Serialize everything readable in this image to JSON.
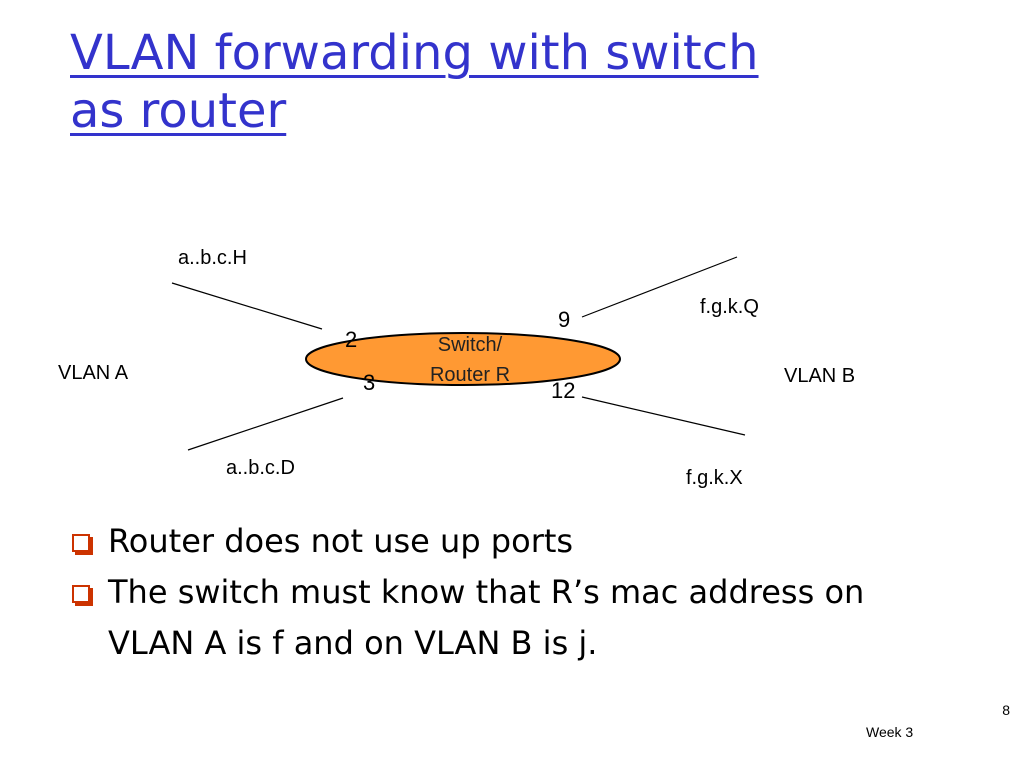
{
  "slide": {
    "title_line1": "VLAN forwarding with switch",
    "title_line2": "as router",
    "page_number": "8",
    "footer": "Week 3"
  },
  "diagram": {
    "router_line1": "Switch/",
    "router_line2": "Router R",
    "router_color": "#ff9933",
    "hosts": {
      "top_left": "a..b.c.H",
      "bottom_left": "a..b.c.D",
      "top_right": "f.g.k.Q",
      "bottom_right": "f.g.k.X"
    },
    "vlans": {
      "left": "VLAN A",
      "right": "VLAN B"
    },
    "ports": {
      "p2": "2",
      "p3": "3",
      "p9": "9",
      "p12": "12"
    }
  },
  "bullets": [
    {
      "text": "Router does not use up ports"
    },
    {
      "text": "The switch must know that R’s mac address on VLAN A is f and on VLAN B is j."
    }
  ],
  "colors": {
    "title": "#3333cc",
    "bullet_marker": "#cc3300"
  }
}
